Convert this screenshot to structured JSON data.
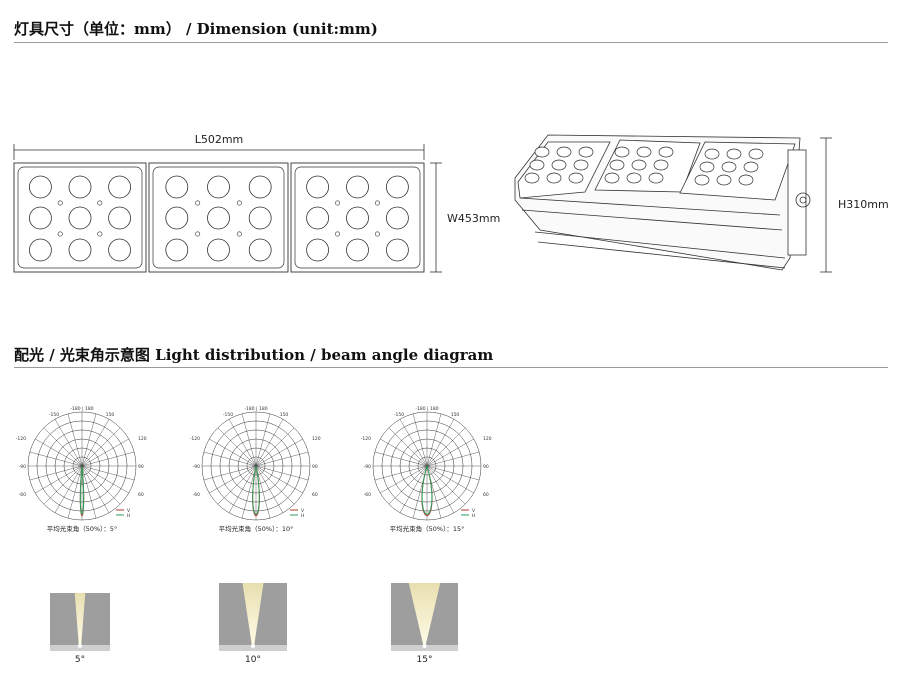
{
  "dimension_section": {
    "title": "灯具尺寸（单位：mm） / Dimension (unit:mm)",
    "length_label": "L502mm",
    "width_label": "W453mm",
    "height_label": "H310mm"
  },
  "light_section": {
    "title": "配光 / 光束角示意图   Light distribution / beam angle diagram"
  },
  "polar_labels": {
    "top": "-180 | 180",
    "upper_left": "-150",
    "upper_right": "150",
    "left_upper": "-120",
    "right_upper": "120",
    "left_mid": "-90",
    "right_mid": "90",
    "left_lower": "-60",
    "right_lower": "60",
    "legend_v": "V",
    "legend_h": "H"
  },
  "colors": {
    "v_curve": "#b03a2e",
    "h_curve": "#2e9e5b",
    "grid": "#333333"
  },
  "diagrams": [
    {
      "caption": "平均光束角（50%）：5°",
      "beam_deg": 5,
      "label": "5°"
    },
    {
      "caption": "平均光束角（50%）：10°",
      "beam_deg": 10,
      "label": "10°"
    },
    {
      "caption": "平均光束角（50%）：15°",
      "beam_deg": 15,
      "label": "15°"
    }
  ]
}
